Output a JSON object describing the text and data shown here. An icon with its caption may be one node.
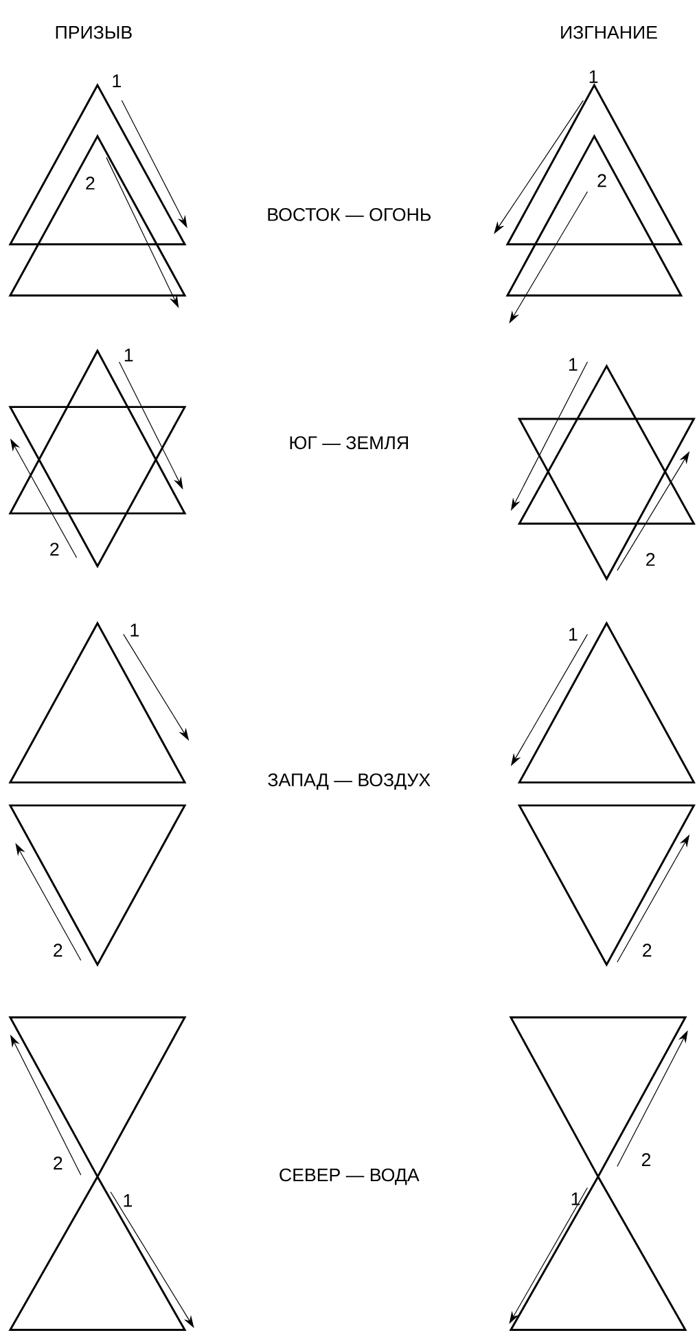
{
  "diagram": {
    "labels": [
      "ПРИЗЫВ",
      "ИЗГНАНИЕ",
      "1",
      "2",
      "ВОСТОК — ОГОНЬ",
      "1",
      "2",
      "1",
      "2",
      "ЮГ — ЗЕМЛЯ",
      "1",
      "2",
      "1",
      "2",
      "ЗАПАД — ВОЗДУХ",
      "1",
      "2",
      "2",
      "1",
      "СЕВЕР — ВОДА",
      "1",
      "2"
    ]
  }
}
